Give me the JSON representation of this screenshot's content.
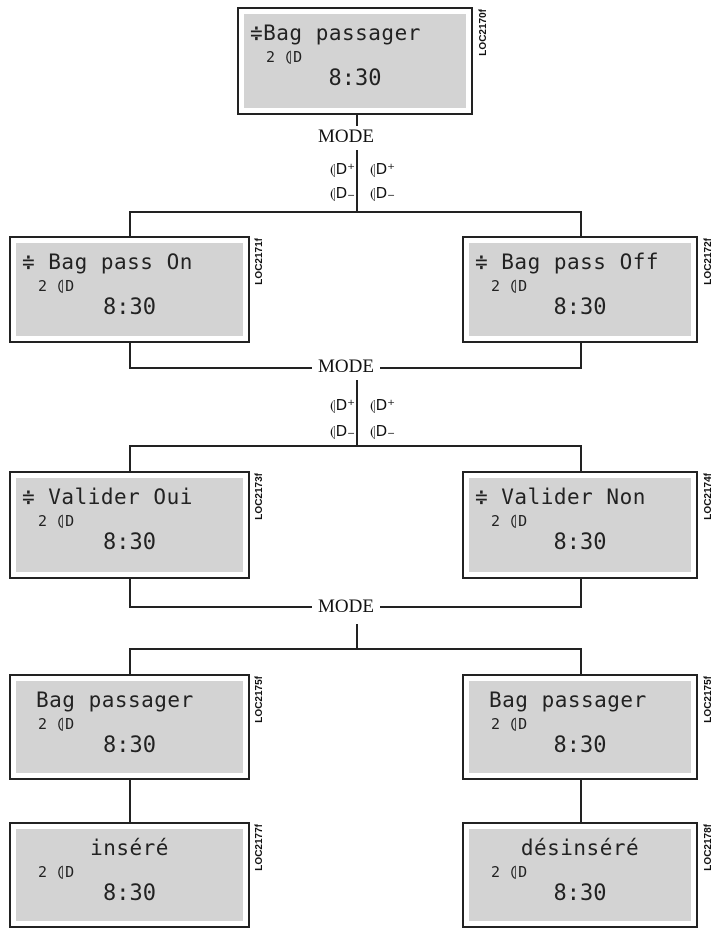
{
  "screens": [
    {
      "line1": "≑Bag passager",
      "line2": "2 ⦇D",
      "line3": "8:30",
      "code": "LOC2170f"
    },
    {
      "line1": "≑ Bag pass On",
      "line2": "2 ⦇D",
      "line3": "8:30",
      "code": "LOC2171f"
    },
    {
      "line1": "≑ Bag pass Off",
      "line2": "2 ⦇D",
      "line3": "8:30",
      "code": "LOC2172f"
    },
    {
      "line1": "≑ Valider Oui",
      "line2": "2 ⦇D",
      "line3": "8:30",
      "code": "LOC2173f"
    },
    {
      "line1": "≑ Valider Non",
      "line2": "2 ⦇D",
      "line3": "8:30",
      "code": "LOC2174f"
    },
    {
      "line1": "Bag passager",
      "line2": "2 ⦇D",
      "line3": "8:30",
      "code": "LOC2175f"
    },
    {
      "line1": "Bag passager",
      "line2": "2 ⦇D",
      "line3": "8:30",
      "code": "LOC2175f"
    },
    {
      "line1": "inséré",
      "line2": "2 ⦇D",
      "line3": "8:30",
      "code": "LOC2177f"
    },
    {
      "line1": "désinséré",
      "line2": "2 ⦇D",
      "line3": "8:30",
      "code": "LOC2178f"
    }
  ],
  "mode_label": "MODE",
  "buttons": {
    "plus": "⦇D⁺",
    "minus": "⦇D₋"
  }
}
